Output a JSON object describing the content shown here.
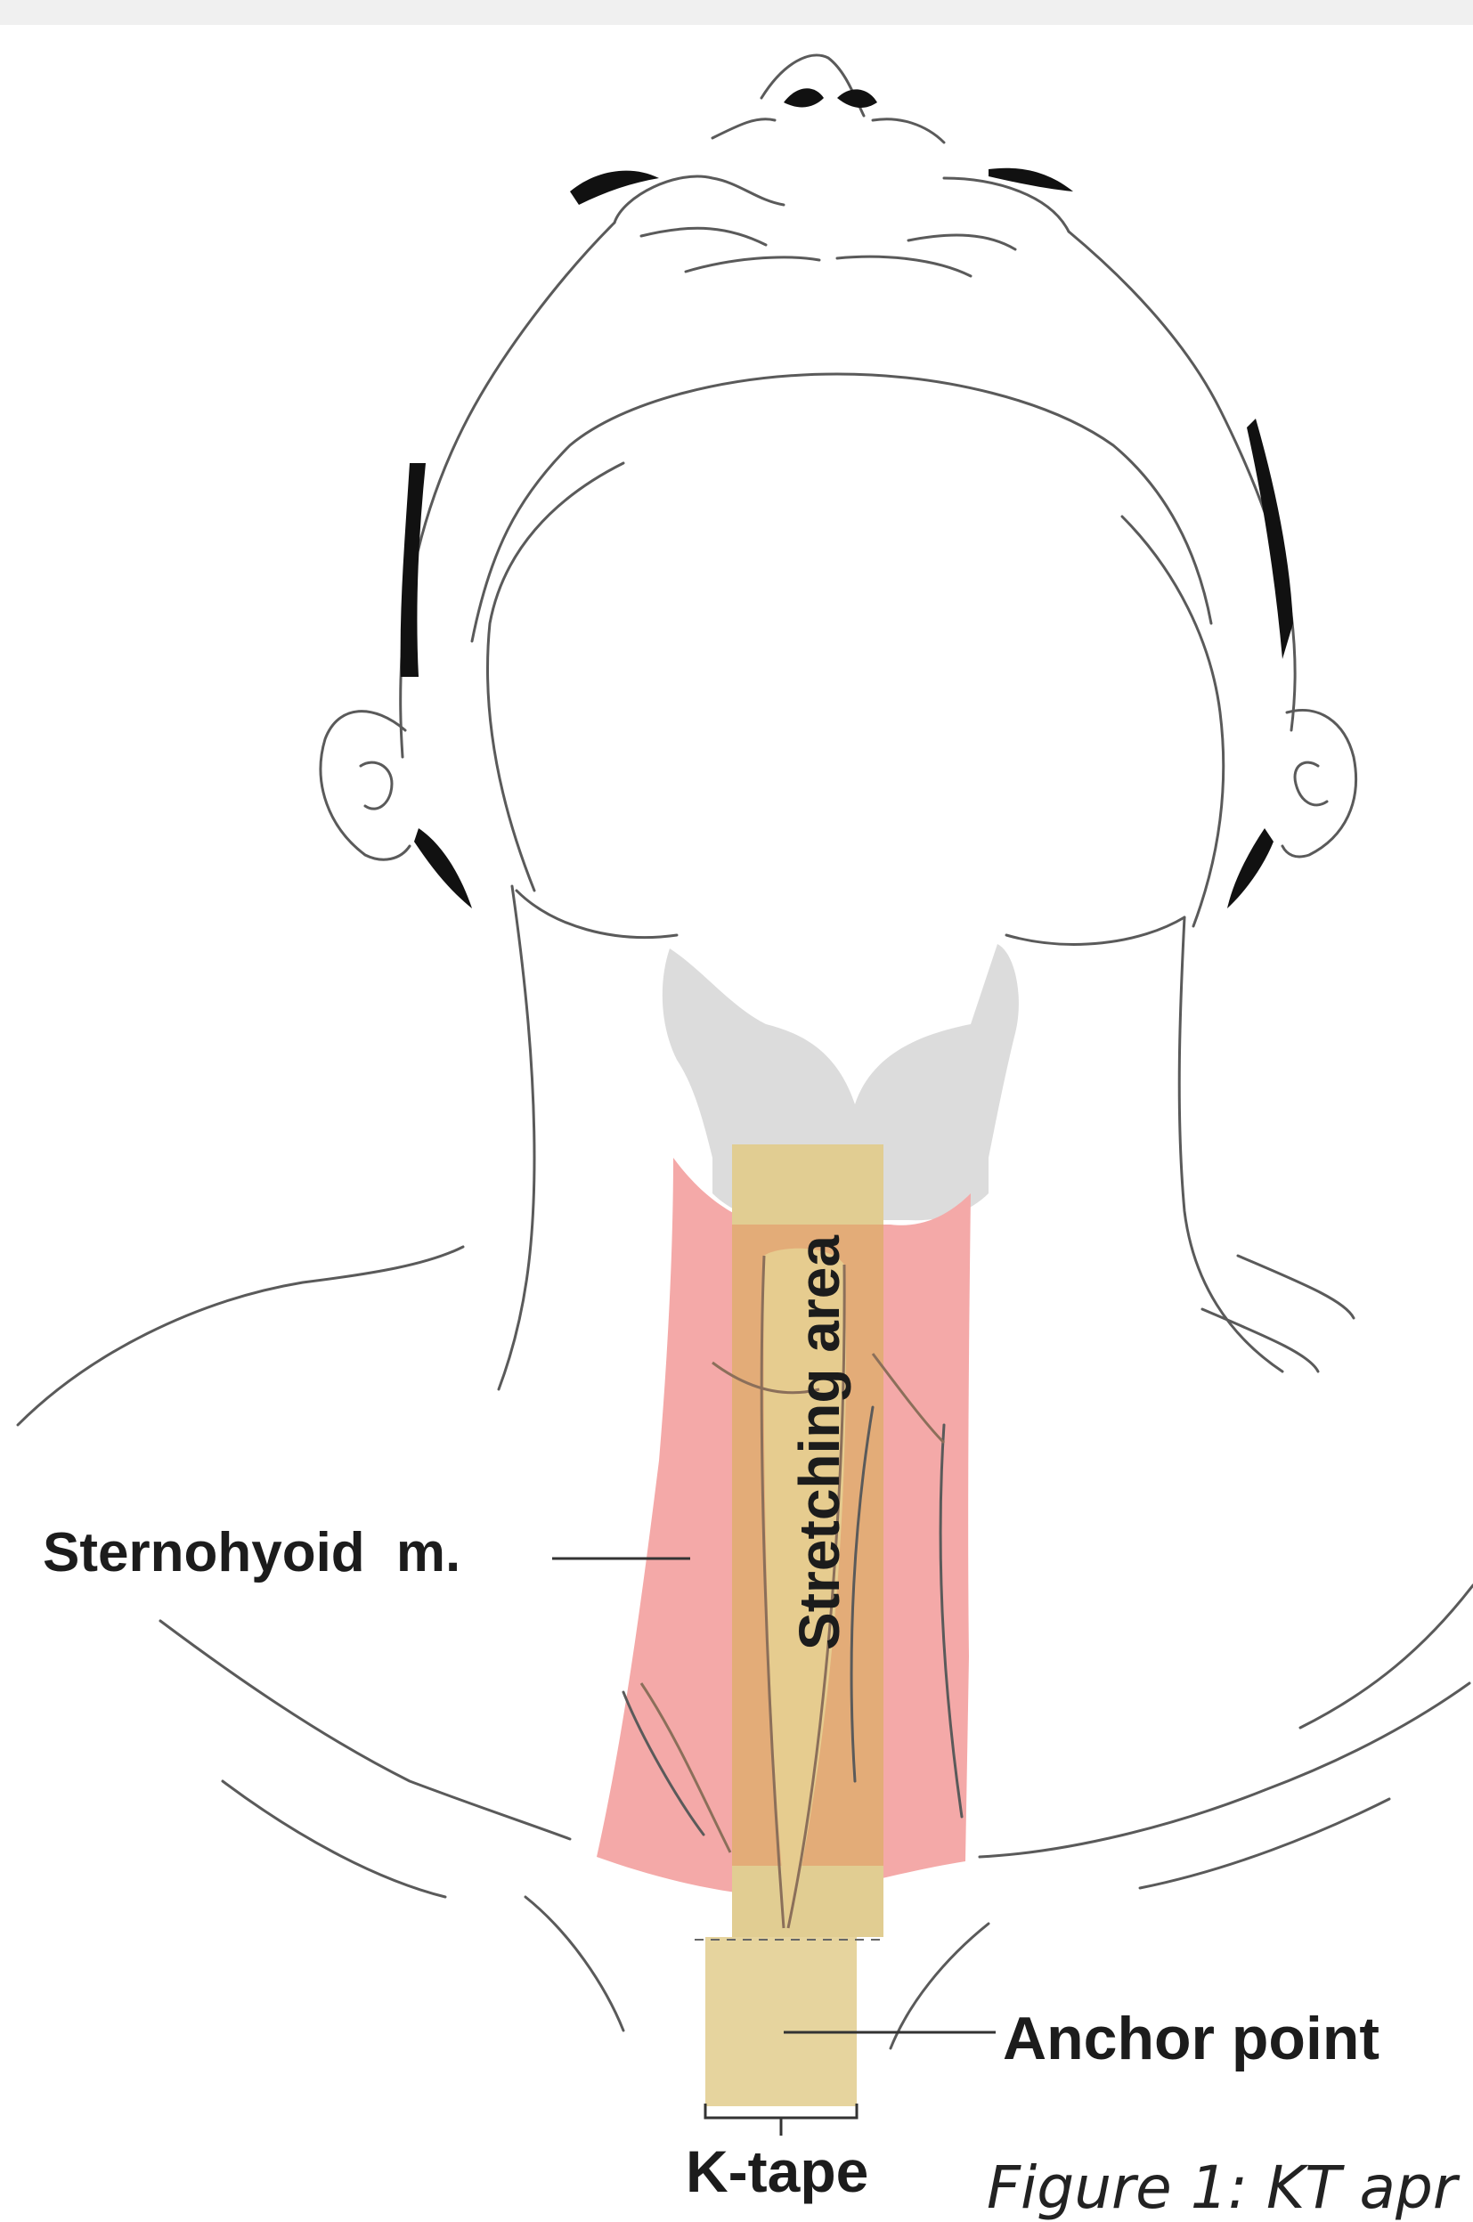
{
  "labels": {
    "sternohyoid": "Sternohyoid  m.",
    "stretching_area": "Stretching area",
    "anchor_point": "Anchor point",
    "k_tape": "K-tape"
  },
  "caption": "Figure 1: KT apr",
  "colors": {
    "muscle": "#f4a9a8",
    "tape": "#e1cd92",
    "tape_overlap": "#e3a876",
    "thyroid": "#dcdcdc",
    "outline": "#5a5a5a",
    "hair": "#111111",
    "header_bar": "#f0f0f0"
  }
}
